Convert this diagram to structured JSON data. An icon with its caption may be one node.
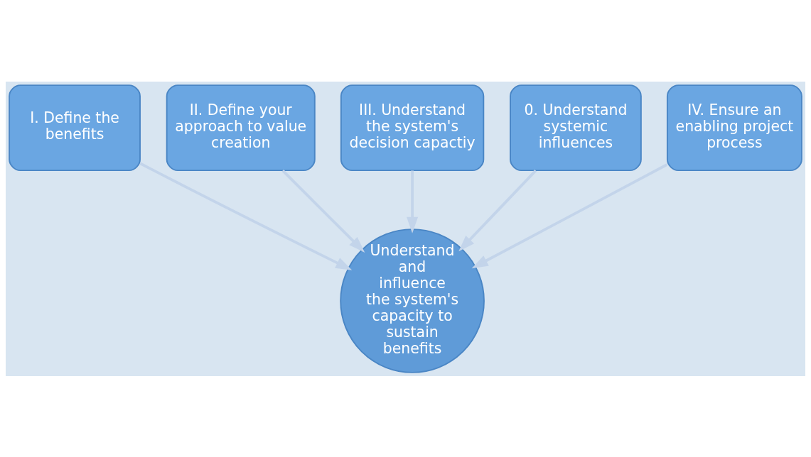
{
  "diagram": {
    "nodes": [
      {
        "text": [
          "II. Define your approach to value creation"
        ]
      },
      {
        "text": [
          "I. Define the benefits"
        ]
      },
      {
        "text": [
          "III. Understand the system's decision capactiy"
        ]
      },
      {
        "text": [
          "Understand and influence the system's capacity to sustain benefits"
        ]
      },
      {
        "text": [
          "0. Understand systemic influences"
        ]
      },
      {
        "text": [
          "IV. Ensure an enabling project process"
        ]
      }
    ],
    "edges": [
      {
        "from": 0,
        "to": 3,
        "arrow": "to"
      },
      {
        "from": 1,
        "to": 3,
        "arrow": "to"
      },
      {
        "from": 2,
        "to": 3,
        "arrow": "to"
      },
      {
        "from": 4,
        "to": 3,
        "arrow": "to"
      },
      {
        "from": 5,
        "to": 3,
        "arrow": "to"
      }
    ]
  }
}
